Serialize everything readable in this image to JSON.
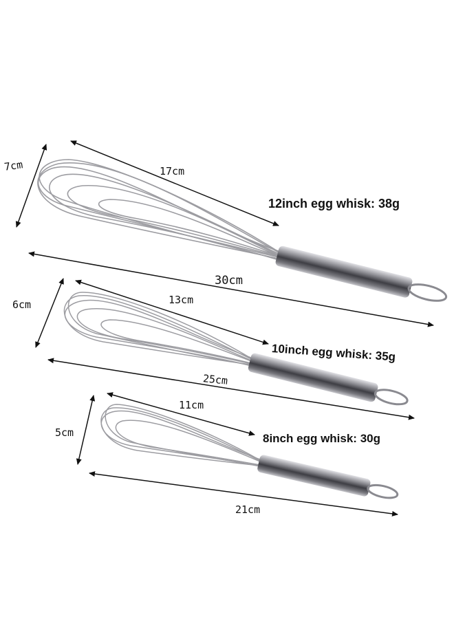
{
  "whisks": [
    {
      "name": "12inch egg whisk: 38g",
      "width": "7cm",
      "head_length": "17cm",
      "total_length": "30cm"
    },
    {
      "name": "10inch egg whisk: 35g",
      "width": "6cm",
      "head_length": "13cm",
      "total_length": "25cm"
    },
    {
      "name": "8inch egg whisk: 30g",
      "width": "5cm",
      "head_length": "11cm",
      "total_length": "21cm"
    }
  ],
  "colors": {
    "background": "#ffffff",
    "wire": "#9a9a9e",
    "handle_dark": "#4a4a4e",
    "handle_light": "#d8d8dc",
    "arrow": "#111111"
  }
}
